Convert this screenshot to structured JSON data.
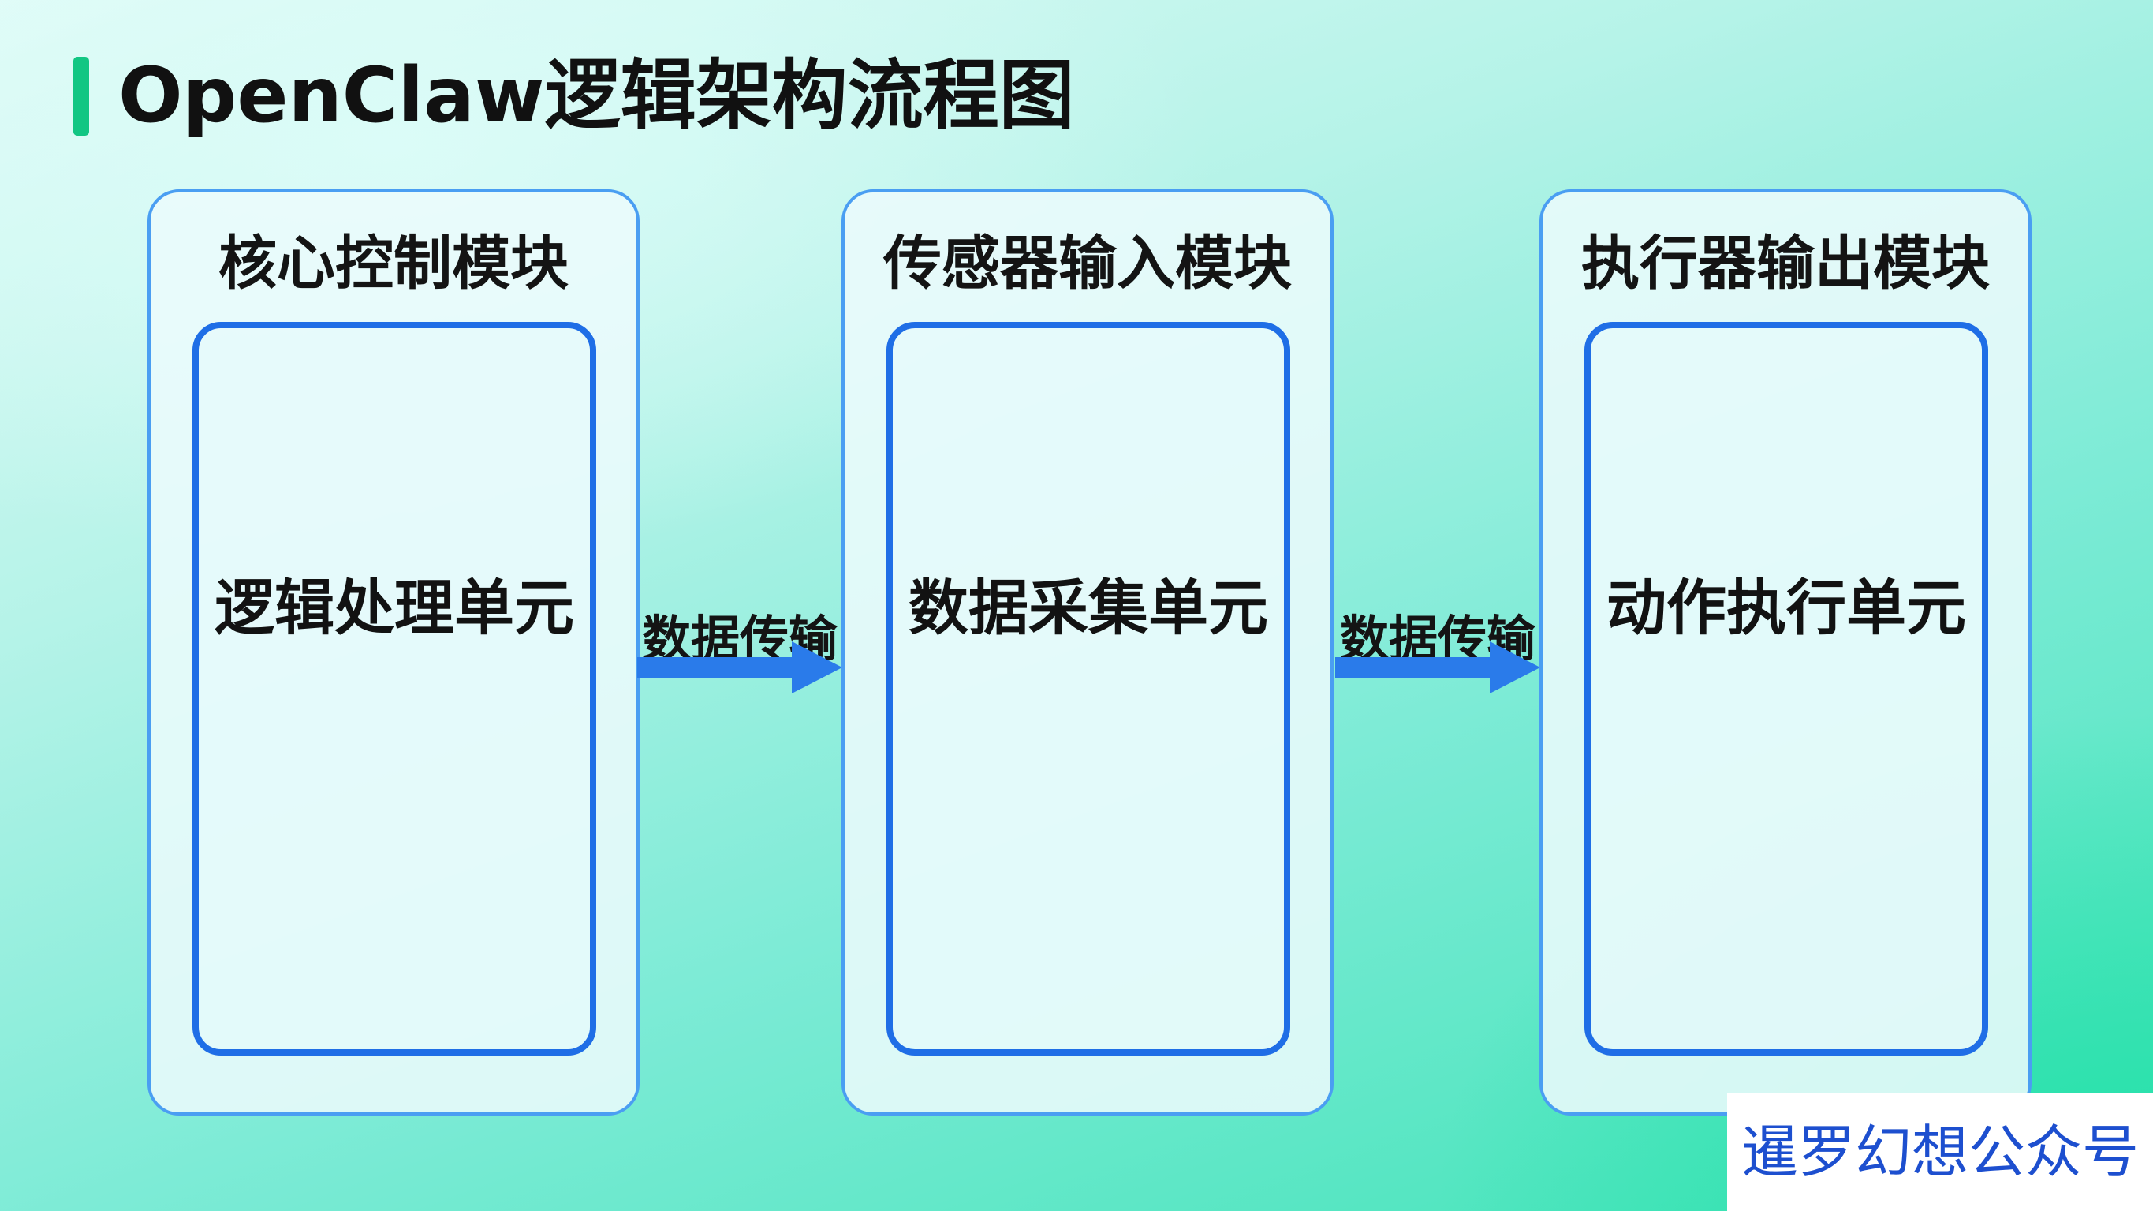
{
  "title": "OpenClaw逻辑架构流程图",
  "modules": [
    {
      "title": "核心控制模块",
      "unit": "逻辑处理单元"
    },
    {
      "title": "传感器输入模块",
      "unit": "数据采集单元"
    },
    {
      "title": "执行器输出模块",
      "unit": "动作执行单元"
    }
  ],
  "arrows": [
    {
      "label": "数据传输"
    },
    {
      "label": "数据传输"
    }
  ],
  "watermark": "暹罗幻想公众号",
  "colors": {
    "accent_bar": "#12c683",
    "module_border": "#4a9ef2",
    "unit_border": "#1f6ee6",
    "arrow": "#2a7bea",
    "watermark_text": "#1d4fcf"
  }
}
